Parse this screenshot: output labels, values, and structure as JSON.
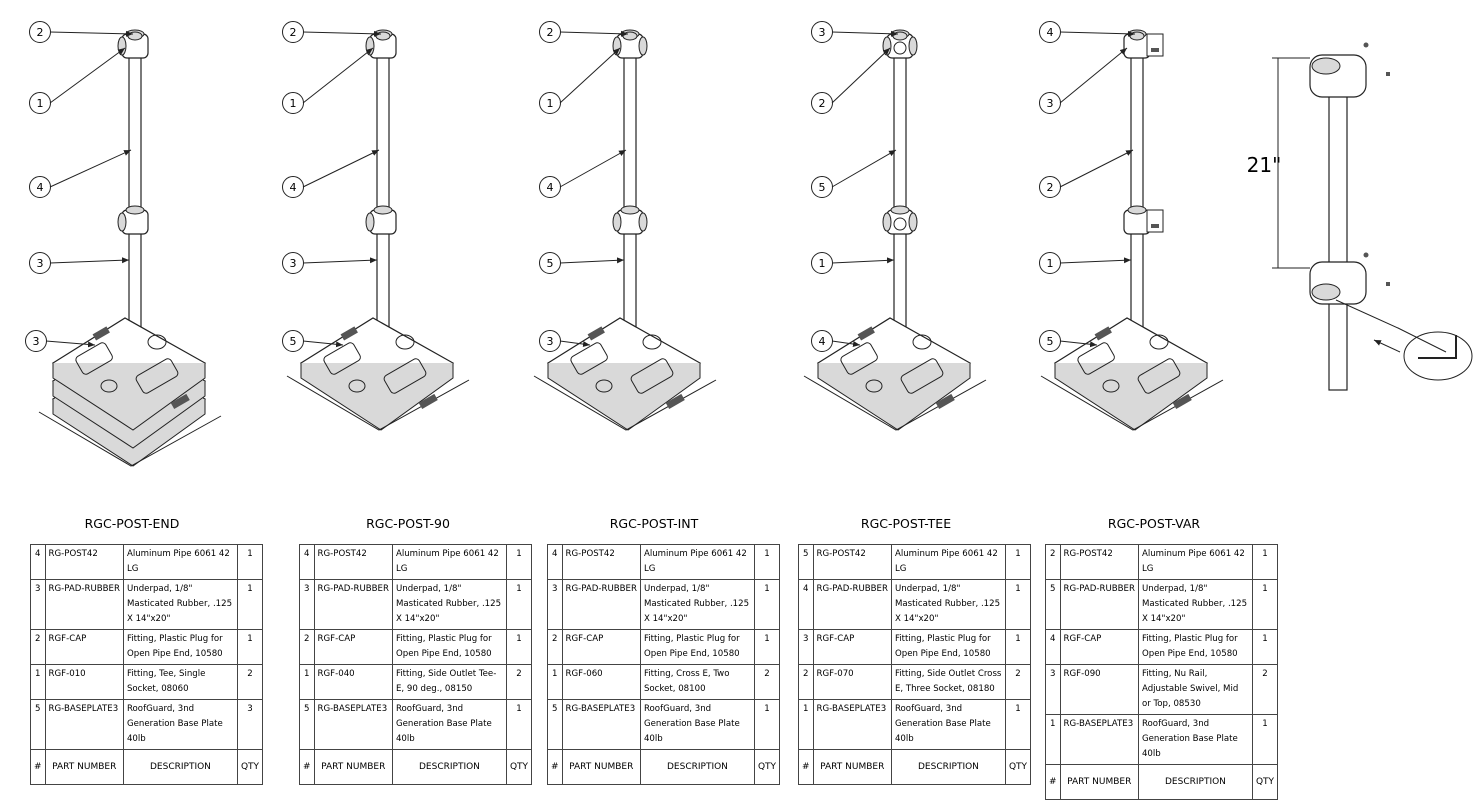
{
  "assemblies": [
    {
      "title": "RGC-POST-END",
      "balloons": [
        "2",
        "1",
        "4",
        "3",
        "3"
      ],
      "rows": [
        {
          "num": "4",
          "part": "RG-POST42",
          "desc": "Aluminum Pipe 6061  42 LG",
          "qty": "1"
        },
        {
          "num": "3",
          "part": "RG-PAD-RUBBER",
          "desc": "Underpad, 1/8\" Masticated Rubber, .125 X 14\"x20\"",
          "qty": "1"
        },
        {
          "num": "2",
          "part": "RGF-CAP",
          "desc": "Fitting, Plastic Plug for Open Pipe End, 10580",
          "qty": "1"
        },
        {
          "num": "1",
          "part": "RGF-010",
          "desc": "Fitting, Tee, Single Socket, 08060",
          "qty": "2"
        },
        {
          "num": "5",
          "part": "RG-BASEPLATE3",
          "desc": "RoofGuard, 3nd Generation Base Plate 40lb",
          "qty": "3"
        }
      ]
    },
    {
      "title": "RGC-POST-90",
      "balloons": [
        "2",
        "1",
        "4",
        "3",
        "5"
      ],
      "rows": [
        {
          "num": "4",
          "part": "RG-POST42",
          "desc": "Aluminum Pipe 6061  42 LG",
          "qty": "1"
        },
        {
          "num": "3",
          "part": "RG-PAD-RUBBER",
          "desc": "Underpad, 1/8\" Masticated Rubber, .125 X 14\"x20\"",
          "qty": "1"
        },
        {
          "num": "2",
          "part": "RGF-CAP",
          "desc": "Fitting, Plastic Plug for Open Pipe End, 10580",
          "qty": "1"
        },
        {
          "num": "1",
          "part": "RGF-040",
          "desc": "Fitting, Side Outlet Tee-E, 90 deg., 08150",
          "qty": "2"
        },
        {
          "num": "5",
          "part": "RG-BASEPLATE3",
          "desc": "RoofGuard, 3nd Generation Base Plate 40lb",
          "qty": "1"
        }
      ]
    },
    {
      "title": "RGC-POST-INT",
      "balloons": [
        "2",
        "1",
        "4",
        "5",
        "3"
      ],
      "rows": [
        {
          "num": "4",
          "part": "RG-POST42",
          "desc": "Aluminum Pipe 6061  42 LG",
          "qty": "1"
        },
        {
          "num": "3",
          "part": "RG-PAD-RUBBER",
          "desc": "Underpad, 1/8\" Masticated Rubber, .125 X 14\"x20\"",
          "qty": "1"
        },
        {
          "num": "2",
          "part": "RGF-CAP",
          "desc": "Fitting, Plastic Plug for Open Pipe End, 10580",
          "qty": "1"
        },
        {
          "num": "1",
          "part": "RGF-060",
          "desc": "Fitting, Cross E, Two Socket, 08100",
          "qty": "2"
        },
        {
          "num": "5",
          "part": "RG-BASEPLATE3",
          "desc": "RoofGuard, 3nd Generation Base Plate 40lb",
          "qty": "1"
        }
      ]
    },
    {
      "title": "RGC-POST-TEE",
      "balloons": [
        "3",
        "2",
        "5",
        "1",
        "4"
      ],
      "rows": [
        {
          "num": "5",
          "part": "RG-POST42",
          "desc": "Aluminum Pipe 6061  42 LG",
          "qty": "1"
        },
        {
          "num": "4",
          "part": "RG-PAD-RUBBER",
          "desc": "Underpad, 1/8\" Masticated Rubber, .125 X 14\"x20\"",
          "qty": "1"
        },
        {
          "num": "3",
          "part": "RGF-CAP",
          "desc": "Fitting, Plastic Plug for Open Pipe End, 10580",
          "qty": "1"
        },
        {
          "num": "2",
          "part": "RGF-070",
          "desc": "Fitting, Side Outlet Cross E, Three Socket, 08180",
          "qty": "2"
        },
        {
          "num": "1",
          "part": "RG-BASEPLATE3",
          "desc": "RoofGuard, 3nd Generation Base Plate 40lb",
          "qty": "1"
        }
      ]
    },
    {
      "title": "RGC-POST-VAR",
      "balloons": [
        "4",
        "3",
        "2",
        "1",
        "5"
      ],
      "rows": [
        {
          "num": "2",
          "part": "RG-POST42",
          "desc": "Aluminum Pipe 6061  42 LG",
          "qty": "1"
        },
        {
          "num": "5",
          "part": "RG-PAD-RUBBER",
          "desc": "Underpad, 1/8\" Masticated Rubber, .125 X 14\"x20\"",
          "qty": "1"
        },
        {
          "num": "4",
          "part": "RGF-CAP",
          "desc": "Fitting, Plastic Plug for Open Pipe End, 10580",
          "qty": "1"
        },
        {
          "num": "3",
          "part": "RGF-090",
          "desc": "Fitting, Nu Rail, Adjustable Swivel, Mid or Top, 08530",
          "qty": "2"
        },
        {
          "num": "1",
          "part": "RG-BASEPLATE3",
          "desc": "RoofGuard, 3nd Generation Base Plate 40lb",
          "qty": "1"
        }
      ]
    }
  ],
  "bom_header": {
    "num": "#",
    "part": "PART NUMBER",
    "desc": "DESCRIPTION",
    "qty": "QTY"
  },
  "detail": {
    "dimension_label": "21\""
  },
  "colors": {
    "line": "#222222",
    "fill": "#ffffff",
    "shade": "#d9d9d9",
    "dark": "#555555"
  }
}
